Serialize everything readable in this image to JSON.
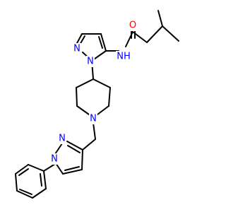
{
  "molecule": {
    "atoms": [
      {
        "id": "N_amide",
        "label": "NH",
        "color": "#0000ff"
      },
      {
        "id": "O",
        "label": "O",
        "color": "#ff0000"
      },
      {
        "id": "N_pz1_a",
        "label": "N",
        "color": "#0000ff"
      },
      {
        "id": "N_pz1_b",
        "label": "N",
        "color": "#0000ff"
      },
      {
        "id": "N_pip",
        "label": "N",
        "color": "#0000ff"
      },
      {
        "id": "N_pz2_a",
        "label": "N",
        "color": "#0000ff"
      },
      {
        "id": "N_pz2_b",
        "label": "N",
        "color": "#0000ff"
      }
    ]
  }
}
